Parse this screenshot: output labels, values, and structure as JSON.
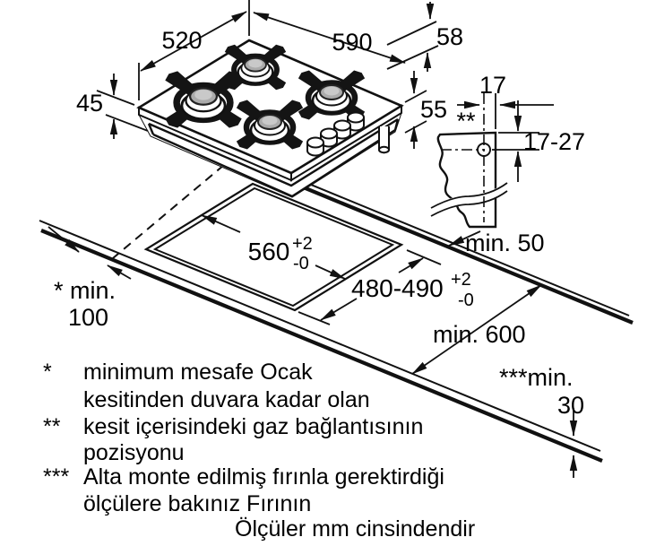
{
  "colors": {
    "line": "#111111",
    "burner_cap": "#ababab",
    "background": "#ffffff"
  },
  "hob": {
    "dim_width": "520",
    "dim_depth": "590",
    "dim_rear": "58",
    "dim_height": "45",
    "dim_below": "55"
  },
  "gas_detail": {
    "marker": "**",
    "dim_offset": "17",
    "dim_range": "17-27"
  },
  "worktop": {
    "cutout_width": "560",
    "cutout_width_tol_plus": "+2",
    "cutout_width_tol_minus": "-0",
    "cutout_depth": "480-490",
    "cutout_depth_tol_plus": "+2",
    "cutout_depth_tol_minus": "-0",
    "min_rear": "min. 50",
    "min_side_label": "* min.",
    "min_side_value": "100",
    "min_depth": "min. 600",
    "min_below_label": "***min.",
    "min_below_value": "30"
  },
  "legend": {
    "items": [
      {
        "marker": "*",
        "line1": "minimum mesafe Ocak",
        "line2": "kesitinden duvara kadar olan"
      },
      {
        "marker": "**",
        "line1": "kesit içerisindeki gaz bağlantısının",
        "line2": "pozisyonu"
      },
      {
        "marker": "***",
        "line1": "Alta monte edilmiş fırınla gerektirdiği",
        "line2": "ölçülere bakınız Fırının"
      }
    ],
    "units_note": "Ölçüler mm cinsindendir"
  }
}
